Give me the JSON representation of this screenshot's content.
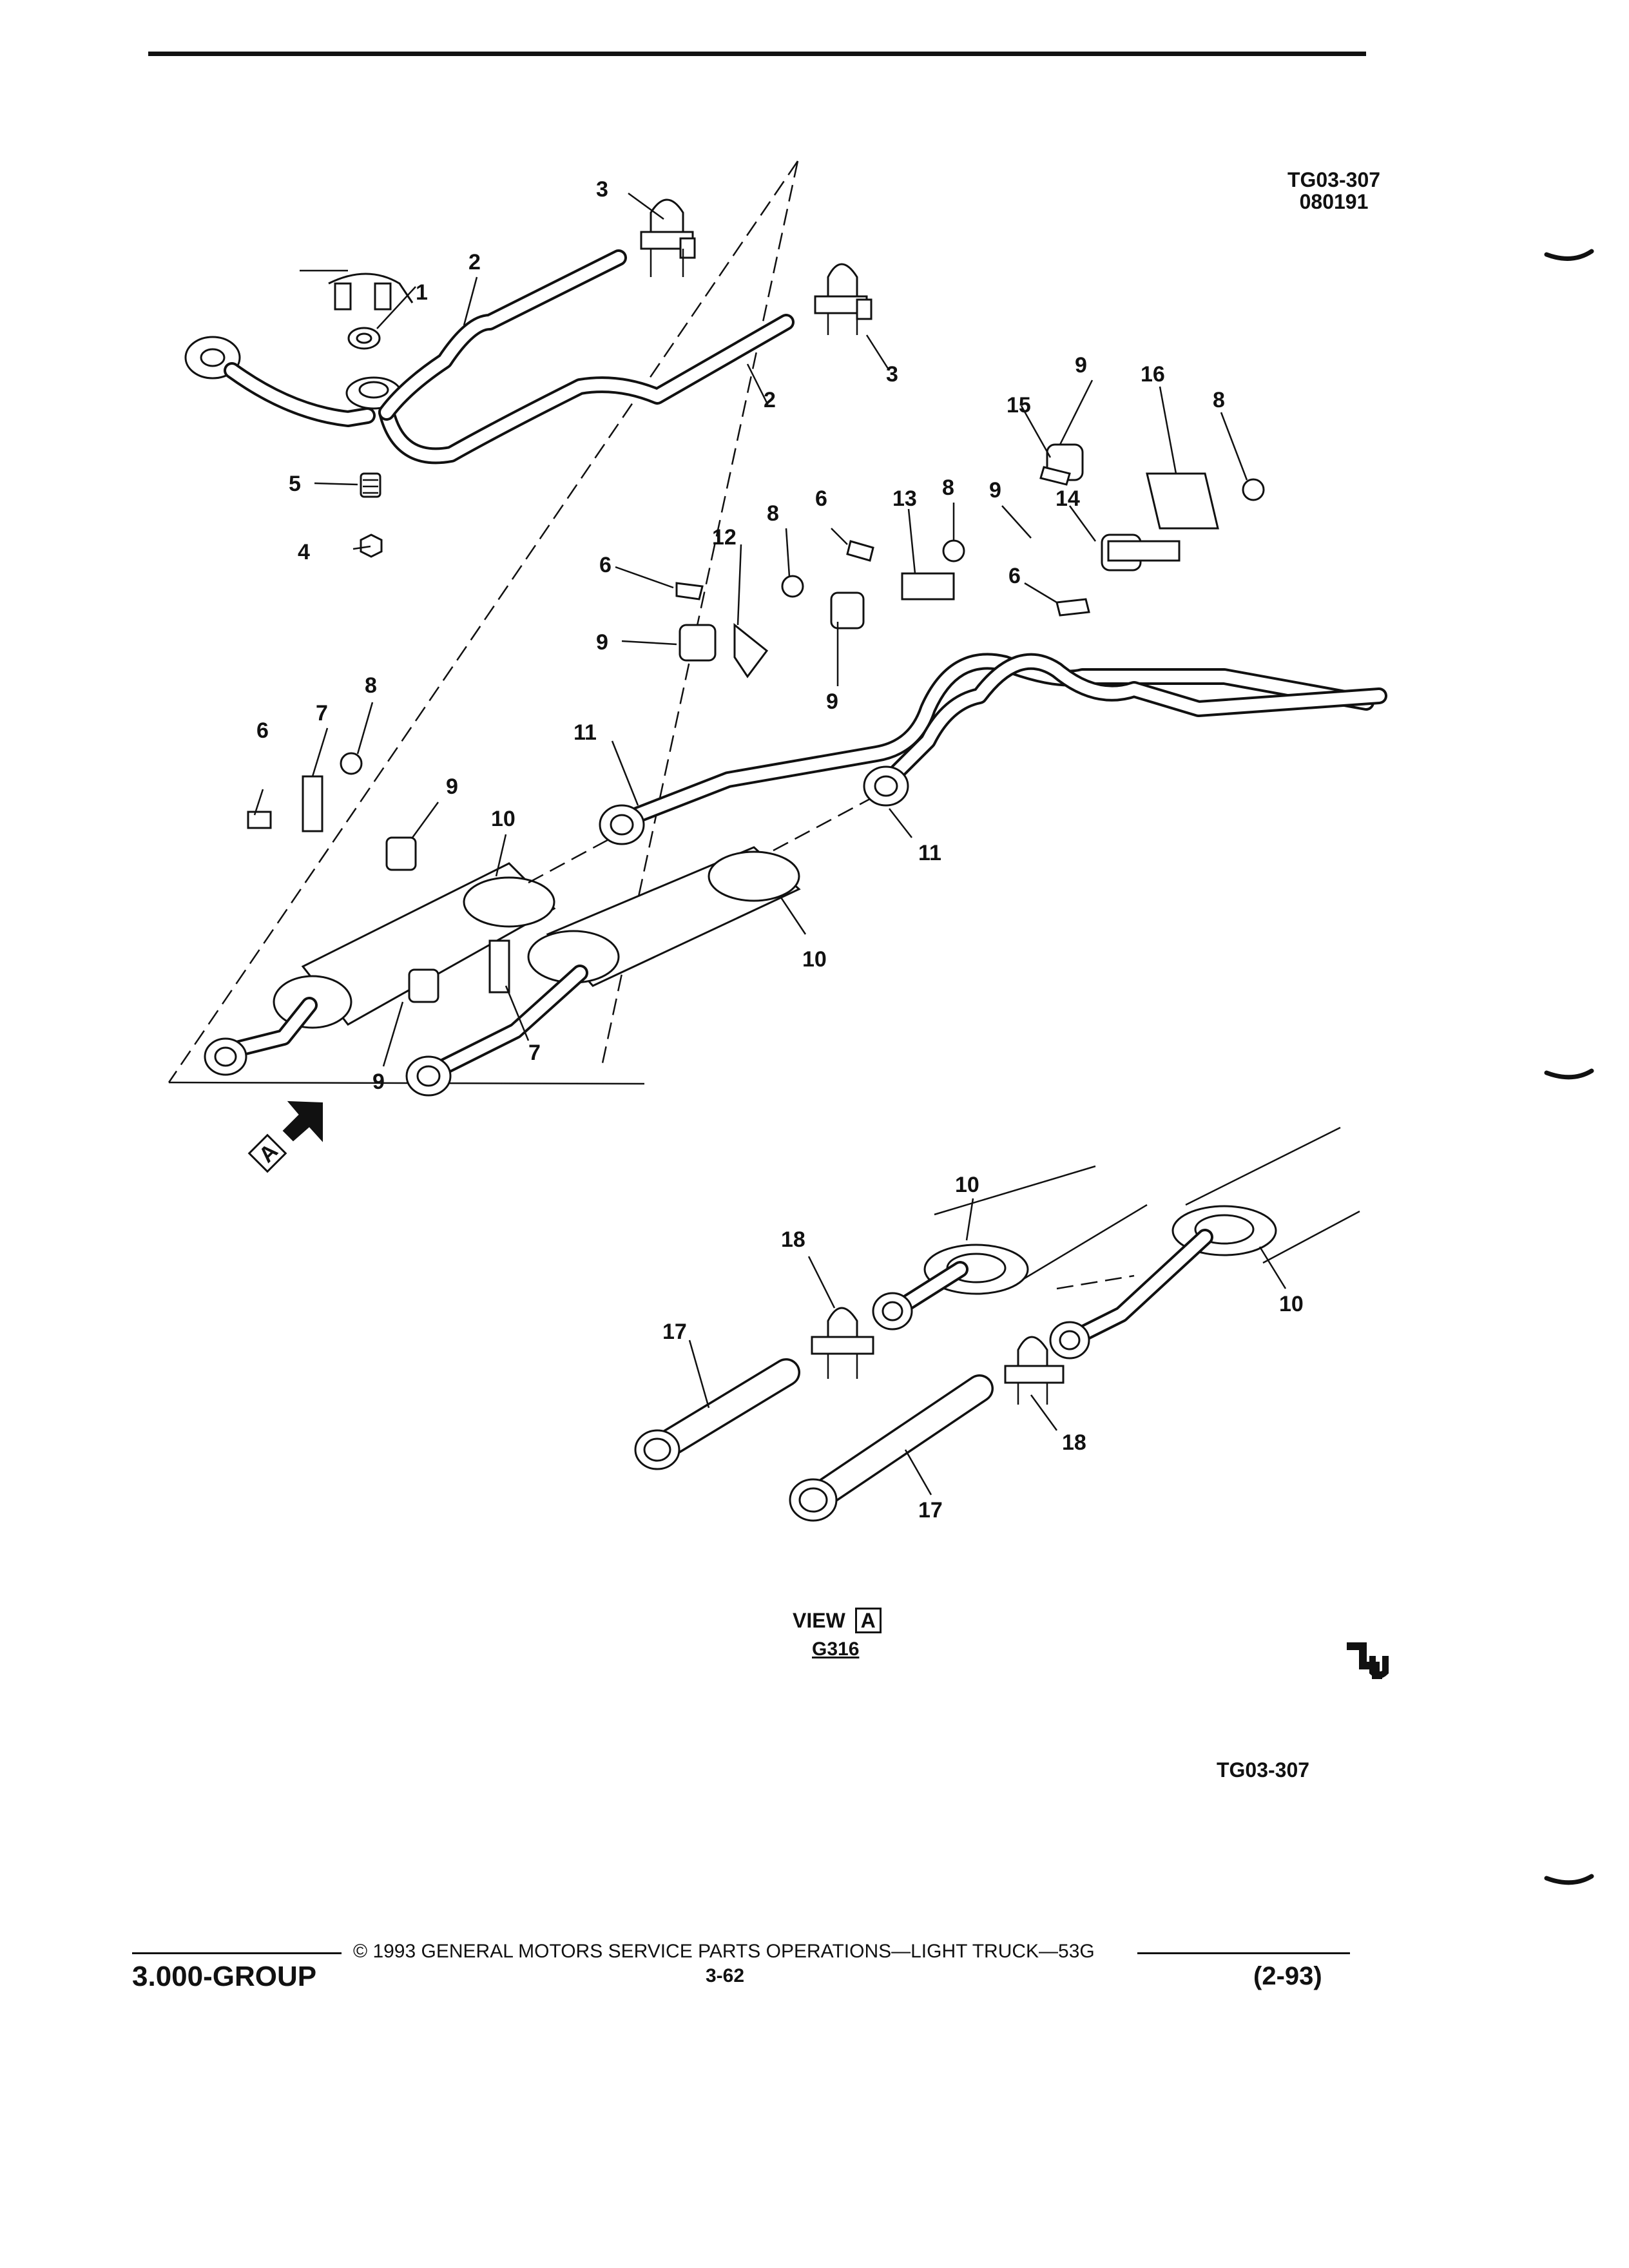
{
  "header": {
    "figure_code": "TG03-307",
    "figure_date": "080191"
  },
  "callouts": {
    "c1": "1",
    "c2a": "2",
    "c2b": "2",
    "c3a": "3",
    "c3b": "3",
    "c4": "4",
    "c5": "5",
    "c6a": "6",
    "c6b": "6",
    "c6c": "6",
    "c6d": "6",
    "c7a": "7",
    "c7b": "7",
    "c8a": "8",
    "c8b": "8",
    "c8c": "8",
    "c8d": "8",
    "c9a": "9",
    "c9b": "9",
    "c9c": "9",
    "c9d": "9",
    "c9e": "9",
    "c9f": "9",
    "c10a": "10",
    "c10b": "10",
    "c10c": "10",
    "c10d": "10",
    "c11a": "11",
    "c11b": "11",
    "c12": "12",
    "c13": "13",
    "c14": "14",
    "c15": "15",
    "c16": "16",
    "c17a": "17",
    "c17b": "17",
    "c18a": "18",
    "c18b": "18"
  },
  "view_marker": "A",
  "view": {
    "label": "VIEW",
    "letter": "A",
    "code": "G316"
  },
  "bottom_figure_code": "TG03-307",
  "footer": {
    "group": "3.000-GROUP",
    "copyright": "© 1993 GENERAL MOTORS SERVICE PARTS OPERATIONS—LIGHT TRUCK—53G",
    "page": "3-62",
    "date": "(2-93)"
  }
}
